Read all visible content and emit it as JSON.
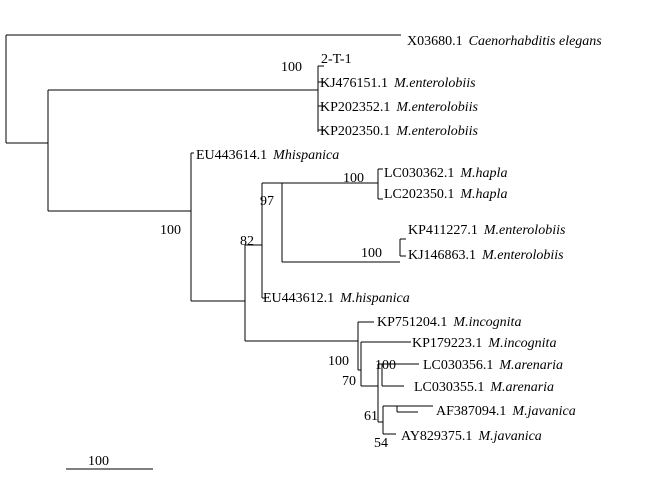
{
  "tree": {
    "taxa": [
      {
        "id": "t0",
        "accession": "X03680.1",
        "species": "Caenorhabditis elegans"
      },
      {
        "id": "t1",
        "accession": "2-T-1",
        "species": ""
      },
      {
        "id": "t2",
        "accession": "KJ476151.1",
        "species": "M.enterolobiis"
      },
      {
        "id": "t3",
        "accession": "KP202352.1",
        "species": "M.enterolobiis"
      },
      {
        "id": "t4",
        "accession": "KP202350.1",
        "species": "M.enterolobiis"
      },
      {
        "id": "t5",
        "accession": "EU443614.1",
        "species": "Mhispanica"
      },
      {
        "id": "t6",
        "accession": "LC030362.1",
        "species": "M.hapla"
      },
      {
        "id": "t7",
        "accession": "LC202350.1",
        "species": "M.hapla"
      },
      {
        "id": "t8",
        "accession": "KP411227.1",
        "species": "M.enterolobiis"
      },
      {
        "id": "t9",
        "accession": "KJ146863.1",
        "species": "M.enterolobiis"
      },
      {
        "id": "t10",
        "accession": "EU443612.1",
        "species": "M.hispanica"
      },
      {
        "id": "t11",
        "accession": "KP751204.1",
        "species": "M.incognita"
      },
      {
        "id": "t12",
        "accession": "KP179223.1",
        "species": "M.incognita"
      },
      {
        "id": "t13",
        "accession": "LC030356.1",
        "species": "M.arenaria"
      },
      {
        "id": "t14",
        "accession": "LC030355.1",
        "species": "M.arenaria"
      },
      {
        "id": "t15",
        "accession": "AF387094.1",
        "species": "M.javanica"
      },
      {
        "id": "t16",
        "accession": "AY829375.1",
        "species": "M.javanica"
      }
    ],
    "bootstrap": [
      {
        "id": "b_enterolobii",
        "value": "100"
      },
      {
        "id": "b_meloid",
        "value": "100"
      },
      {
        "id": "b_97",
        "value": "97"
      },
      {
        "id": "b_hapla",
        "value": "100"
      },
      {
        "id": "b_82",
        "value": "82"
      },
      {
        "id": "b_enterolobii2",
        "value": "100"
      },
      {
        "id": "b_trop",
        "value": "100"
      },
      {
        "id": "b_70",
        "value": "70"
      },
      {
        "id": "b_arenaria",
        "value": "100"
      },
      {
        "id": "b_61",
        "value": "61"
      },
      {
        "id": "b_54",
        "value": "54"
      }
    ],
    "scale_bar": {
      "label": "100"
    }
  }
}
